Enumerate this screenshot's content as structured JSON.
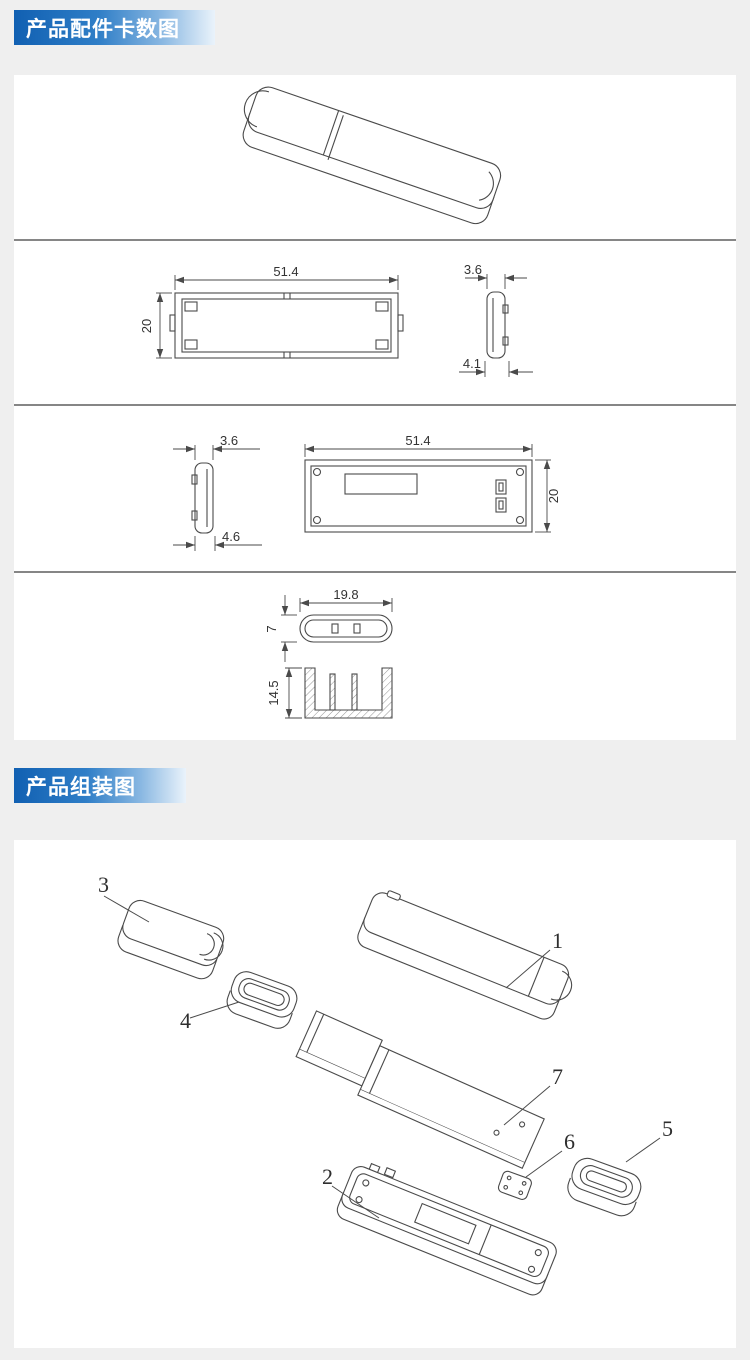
{
  "colors": {
    "page_bg": "#efefef",
    "banner_blue": "#1160b2",
    "banner_fade": "#eaf3fb",
    "line": "#4a4a4a"
  },
  "sections": {
    "accessories": {
      "title": "产品配件卡数图"
    },
    "assembly": {
      "title": "产品组装图"
    }
  },
  "dimensions": {
    "shell_front": {
      "width": "51.4",
      "height": "20",
      "side_width": "3.6",
      "side_foot": "4.1"
    },
    "shell_back": {
      "side_width": "3.6",
      "side_foot": "4.6",
      "width": "51.4",
      "height": "20"
    },
    "cap": {
      "width": "19.8",
      "height": "7",
      "depth": "14.5"
    }
  },
  "assembly_parts": {
    "labels": [
      "1",
      "2",
      "3",
      "4",
      "5",
      "6",
      "7"
    ]
  }
}
